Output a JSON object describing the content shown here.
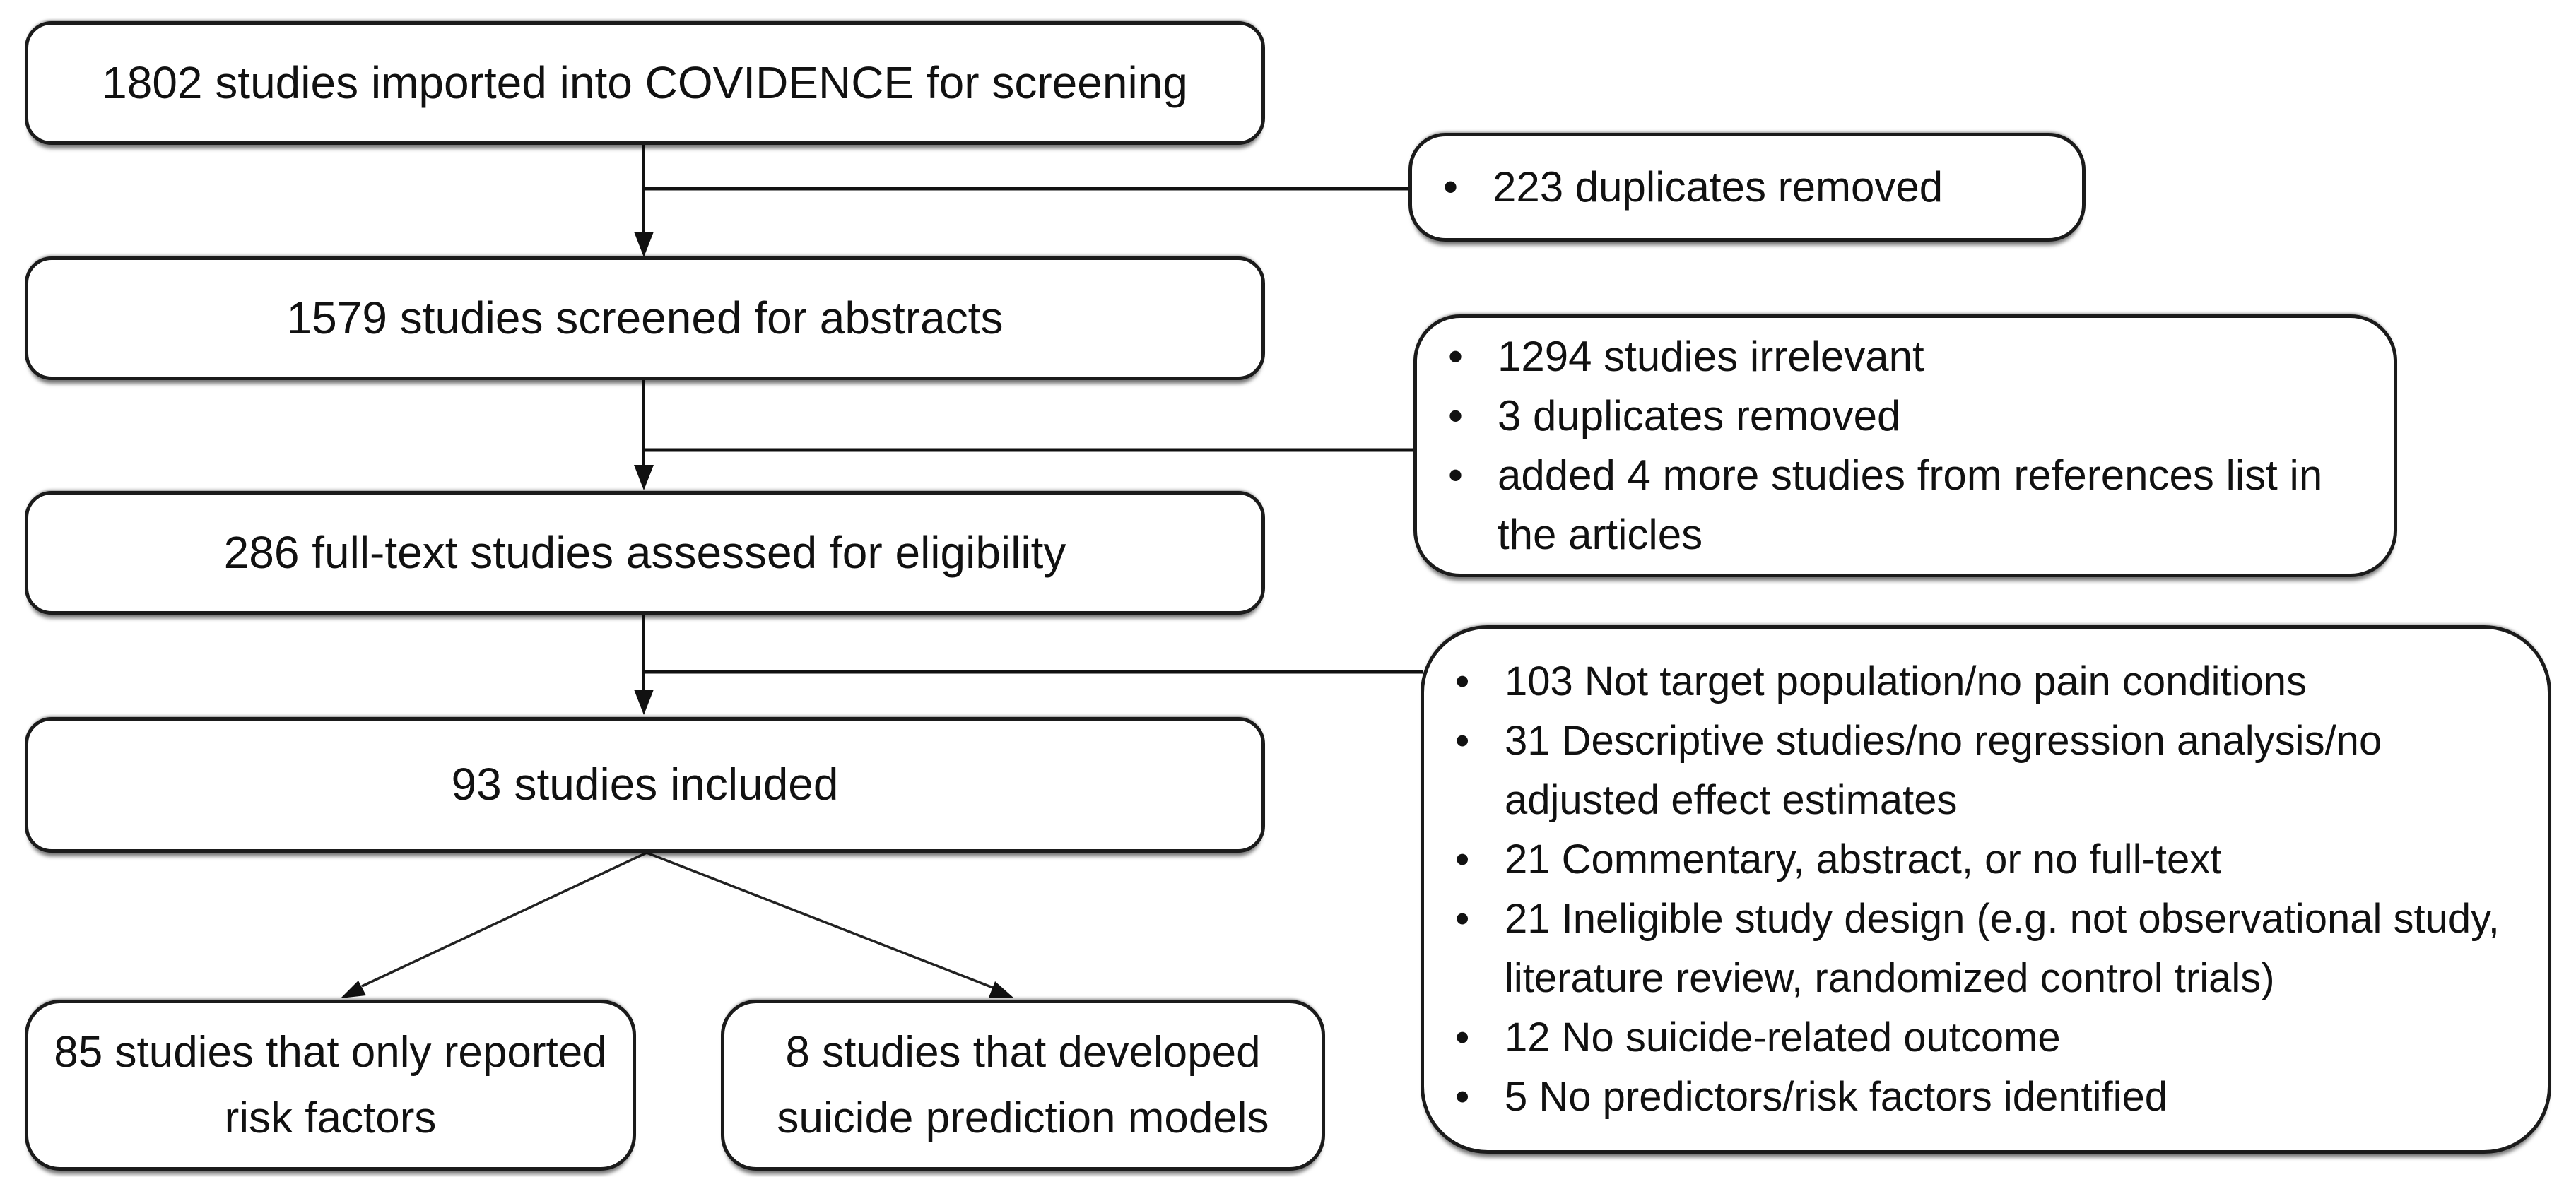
{
  "diagram": {
    "bullet_glyph": "•",
    "colors": {
      "border": "#1b1b1b",
      "text": "#111111",
      "background": "#ffffff",
      "connector": "#111111"
    },
    "flow_boxes": [
      {
        "id": "imported",
        "label": "1802 studies imported into COVIDENCE for screening"
      },
      {
        "id": "screened",
        "label": "1579 studies screened for abstracts"
      },
      {
        "id": "fulltext",
        "label": "286 full-text studies assessed for eligibility"
      },
      {
        "id": "included",
        "label": "93 studies included"
      },
      {
        "id": "risk_factors",
        "label": "85 studies that only reported risk factors"
      },
      {
        "id": "prediction_models",
        "label": "8 studies that developed suicide prediction models"
      }
    ],
    "side_boxes": [
      {
        "id": "duplicates_removed",
        "items": [
          "223 duplicates removed"
        ]
      },
      {
        "id": "abstract_screening_notes",
        "items": [
          "1294 studies irrelevant",
          "3 duplicates removed",
          "added 4 more studies from references list in the articles"
        ]
      },
      {
        "id": "fulltext_exclusions",
        "items": [
          "103 Not target population/no pain conditions",
          "31 Descriptive studies/no regression analysis/no adjusted effect estimates",
          "21 Commentary, abstract, or no full-text",
          "21 Ineligible study design (e.g. not observational study, literature review, randomized control trials)",
          "12 No suicide-related outcome",
          "5 No predictors/risk factors identified"
        ]
      }
    ]
  }
}
